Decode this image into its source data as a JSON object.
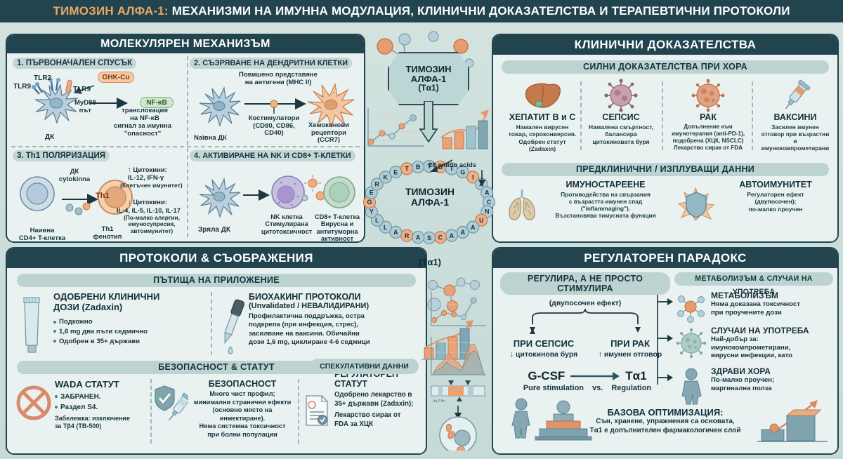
{
  "header": {
    "title_accent": "ТИМОЗИН АЛФА-1:",
    "title_rest": "МЕХАНИЗМИ НА ИМУННА МОДУЛАЦИЯ, КЛИНИЧНИ ДОКАЗАТЕЛСТВА И ТЕРАПЕВТИЧНИ ПРОТОКОЛИ",
    "accent_color": "#e8a964",
    "bar_color": "#22444f"
  },
  "center": {
    "hex_line1": "ТИМОЗИН",
    "hex_line2": "АЛФА-1",
    "hex_line3": "(Tα1)",
    "amino_note": "28 amino acids",
    "peptide_name_1": "ТИМОЗИН",
    "peptide_name_2": "АЛФА-1",
    "ta1": "(Tα1)",
    "speculative_badge": "СПЕКУЛАТИВНИ ДАННИ",
    "sequence": [
      "T",
      "B",
      "T",
      "G",
      "I",
      "A",
      "A",
      "C",
      "N",
      "U",
      "A",
      "A",
      "A",
      "C",
      "S",
      "A",
      "R",
      "A",
      "L",
      "L",
      "Y",
      "G",
      "E",
      "R",
      "K",
      "E",
      "T",
      "B"
    ]
  },
  "molecular": {
    "title": "МОЛЕКУЛЯРЕН МЕХАНИЗЪМ",
    "sections": [
      {
        "heading": "1. ПЪРВОНАЧАЛЕН СПУСЪК",
        "labels": {
          "tlr2": "TLR2",
          "tlr9_left": "TLR9",
          "tlr9_right": "TLR9",
          "ghk_cu": "GHK-Cu",
          "nfkb": "NF-κB",
          "myd88": "MyD88\nпът",
          "translocation": "транслокация\nна NF-κB",
          "danger": "сигнал за имунна\n\"опасност\"",
          "dc": "ДК"
        }
      },
      {
        "heading": "2. СЪЗРЯВАНЕ НА ДЕНДРИТНИ КЛЕТКИ",
        "labels": {
          "mhc": "Повишено представяне\nна антигени (MHC II)",
          "costim": "Костимулатори\n(CD80, CD86,\nCD40)",
          "naive_dc": "Naïвна ДК",
          "chemokine": "Хемокинови\nрецептори\n(CCR7)"
        }
      },
      {
        "heading": "3. Th1 ПОЛЯРИЗАЦИЯ",
        "labels": {
          "dc_cytokines": "ДК\ncytokinna",
          "naive_t": "Наивна\nCD4+ T-клетка",
          "th1": "Th1",
          "th1_pheno": "Th1\nфенотип",
          "up_cyt": "↑ Цитокини:",
          "up_list": "IL-12, IFN-γ",
          "up_note": "(Клетъчен имунитет)",
          "down_cyt": "↓ Цитокини:",
          "down_list": "IL-4, IL-5, IL-10, IL-17",
          "down_note": "(По-малко алергии,\nимуносупресия, автоимунитет)"
        }
      },
      {
        "heading": "4. АКТИВИРАНЕ НА NK И CD8+ T-КЛЕТКИ",
        "labels": {
          "mature_dc": "Зряла ДК",
          "nk": "NK клетка\nСтимулирана\nцитотоксичност",
          "cd8": "CD8+ T-клетка\nВирусна и\nантитуморна\nактивност"
        }
      }
    ]
  },
  "clinical": {
    "title": "КЛИНИЧНИ ДОКАЗАТЕЛСТВА",
    "strong_header": "СИЛНИ ДОКАЗАТЕЛСТВА ПРИ ХОРА",
    "strong_items": [
      {
        "icon": "liver-icon",
        "name": "ХЕПАТИТ B и C",
        "desc": "Намален вирусен\nтовар, сероконверсия.\nОдобрен статут\n(Zadaxin)"
      },
      {
        "icon": "bacteria-icon",
        "name": "СЕПСИС",
        "desc": "Намалена смъртност,\nбалансира\nцитокиновата буря"
      },
      {
        "icon": "virus-icon",
        "name": "РАК",
        "desc": "Допълнение към\nимунотерапия (anti-PD-1),\nподобрена (ХЦК, NSCLC)\nЛекарство сирак от FDA"
      },
      {
        "icon": "syringe-icon",
        "name": "ВАКСИНИ",
        "desc": "Засилен имунен\nотговор при възрастни\nи\nимунокомпрометирани"
      }
    ],
    "preclinical_header": "ПРЕДКЛИНИЧНИ / ИЗПЛУВАЩИ ДАННИ",
    "preclinical_items": [
      {
        "icon": "lungs-icon",
        "name": "ИМУНОСТАРЕЕНЕ",
        "desc": "Противодейства на свързания\nс възрастта имунен спад\n(\"inflammaging\").\nВъзстановява тимусната функция"
      },
      {
        "icon": "shield-cell-icon",
        "name": "АВТОИМУНИТЕТ",
        "desc": "Регулаторен ефект\n(двупосочен);\nпо-малко проучен"
      }
    ]
  },
  "protocols": {
    "title": "ПРОТОКОЛИ & СЪОБРАЖЕНИЯ",
    "routes_header": "ПЪТИЩА НА ПРИЛОЖЕНИЕ",
    "approved": {
      "icon": "tube-icon",
      "name": "ОДОБРЕНИ КЛИНИЧНИ\nДОЗИ (Zadaxin)",
      "bullets": [
        "Подкожно",
        "1,6 mg два пъти седмично",
        "Одобрен в 35+ държави"
      ]
    },
    "biohacking": {
      "icon": "dropper-icon",
      "name": "БИОХАКИНГ ПРОТОКОЛИ",
      "subtitle": "(Unvalidated / НЕВАЛИДИРАНИ)",
      "desc": "Профилактична поддръжка, остра\nподкрепа (при инфекция, стрес),\nзасилване на ваксини. Обичайни\nдози 1,6 mg, циклиране 4-6 седмици"
    },
    "safety_header": "БЕЗОПАСНОСТ & СТАТУТ",
    "wada": {
      "icon": "prohibited-icon",
      "name": "WADA СТАТУТ",
      "bullets": [
        "ЗАБРАНЕН.",
        "Раздел S4."
      ],
      "note": "Забележка: изключение\nза Tβ4 (TB-500)"
    },
    "safety": {
      "icon": "shield-syringe-icon",
      "name": "БЕЗОПАСНОСТ",
      "desc": "Много чист профил;\nминимални странични ефекти\n(основно място на инжектиране).\nНяма системна токсичност\nпри болни популации"
    },
    "regulatory": {
      "icon": "document-check-icon",
      "name": "РЕГУЛАТОРЕН СТАТУТ",
      "desc1": "Одобрено лекарство в\n35+ държави (Zadaxin);",
      "desc2": "Лекарство сирак от\nFDA за ХЦК"
    }
  },
  "regulatory_paradox": {
    "title": "РЕГУЛАТОРЕН ПАРАДОКС",
    "left_header": "РЕГУЛИРА, А НЕ ПРОСТО\nСТИМУЛИРА",
    "left_sub": "(двупосочен ефект)",
    "branch_sepsis_title": "ПРИ СЕПСИС",
    "branch_sepsis_desc": "↓ цитокинова буря",
    "branch_cancer_title": "ПРИ РАК",
    "branch_cancer_desc": "↑ имунен отговор",
    "compare_left": "G-CSF",
    "compare_left_sub": "Pure stimulation",
    "compare_vs": "vs.",
    "compare_right": "Tα1",
    "compare_right_sub": "Regulation",
    "right_header": "МЕТАБОЛИЗЪМ & СЛУЧАИ НА УПОТРЕБА",
    "right_items": [
      {
        "icon": "molecule-icon",
        "name": "МЕТАБОЛИЗЪМ",
        "desc": "Няма доказана токсичност\nпри проучените дози"
      },
      {
        "icon": "virus-cell-icon",
        "name": "СЛУЧАИ НА УПОТРЕБА",
        "desc": "Най-добър за:\nимунокомпрометирани,\nвирусни инфекции, като"
      },
      {
        "icon": "person-icon",
        "name": "ЗДРАВИ ХОРА",
        "desc": "По-малко проучен;\nмаргинална полза"
      }
    ],
    "base_title": "БАЗОВА ОПТИМИЗАЦИЯ:",
    "base_desc": "Сън, хранене, упражнения са основата,\nTα1 е допълнителен фармакологичен слой"
  },
  "colors": {
    "dark": "#22444f",
    "panel_bg": "#e9f2f1",
    "subbar": "#bcd3d2",
    "orange": "#e08a54",
    "teal": "#6f9ea3",
    "page_bg": "#cfe0dd"
  }
}
